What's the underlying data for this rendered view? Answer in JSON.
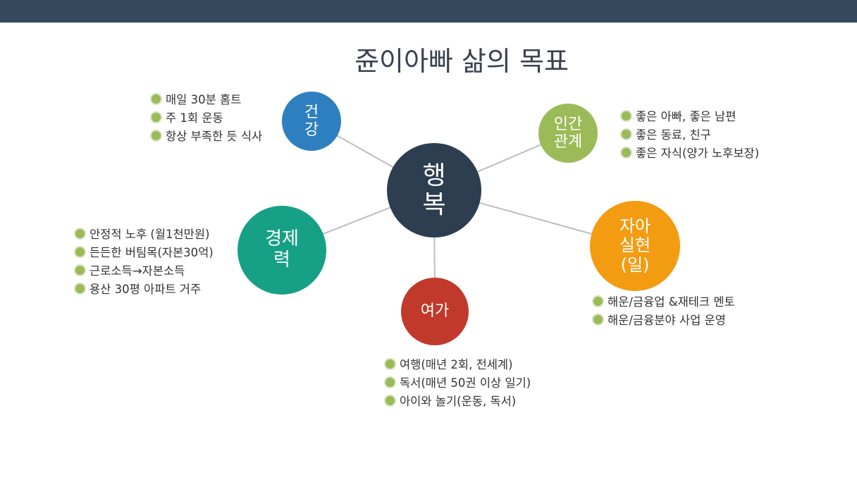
{
  "title": "쥰이아빠 삶의 목표",
  "center": {
    "label": "행\n복",
    "color": "#2c3e50"
  },
  "nodes": [
    {
      "key": "health",
      "label": "건\n강",
      "color": "#2e7fc0",
      "items": [
        "매일 30분 홈트",
        "주 1회 운동",
        "항상 부족한 듯 식사"
      ]
    },
    {
      "key": "relations",
      "label": "인간\n관계",
      "color": "#9bbb59",
      "items": [
        "좋은 아빠, 좋은 남편",
        "좋은 동료, 친구",
        "좋은 자식(양가 노후보장)"
      ]
    },
    {
      "key": "economy",
      "label": "경제\n력",
      "color": "#16a085",
      "items": [
        "안정적 노후 (월1천만원)",
        "든든한 버팀목(자본30억)",
        "근로소득→자본소득",
        "용산 30평 아파트 거주"
      ]
    },
    {
      "key": "self",
      "label": "자아\n실현\n(일)",
      "color": "#f39c12",
      "items": [
        "해운/금융업 &재테크 멘토",
        "해운/금융분야 사업 운영"
      ]
    },
    {
      "key": "leisure",
      "label": "여가",
      "color": "#c0392b",
      "items": [
        "여행(매년 2회, 전세계)",
        "독서(매년 50권 이상 일기)",
        "아이와 놀기(운동, 독서)"
      ]
    }
  ]
}
